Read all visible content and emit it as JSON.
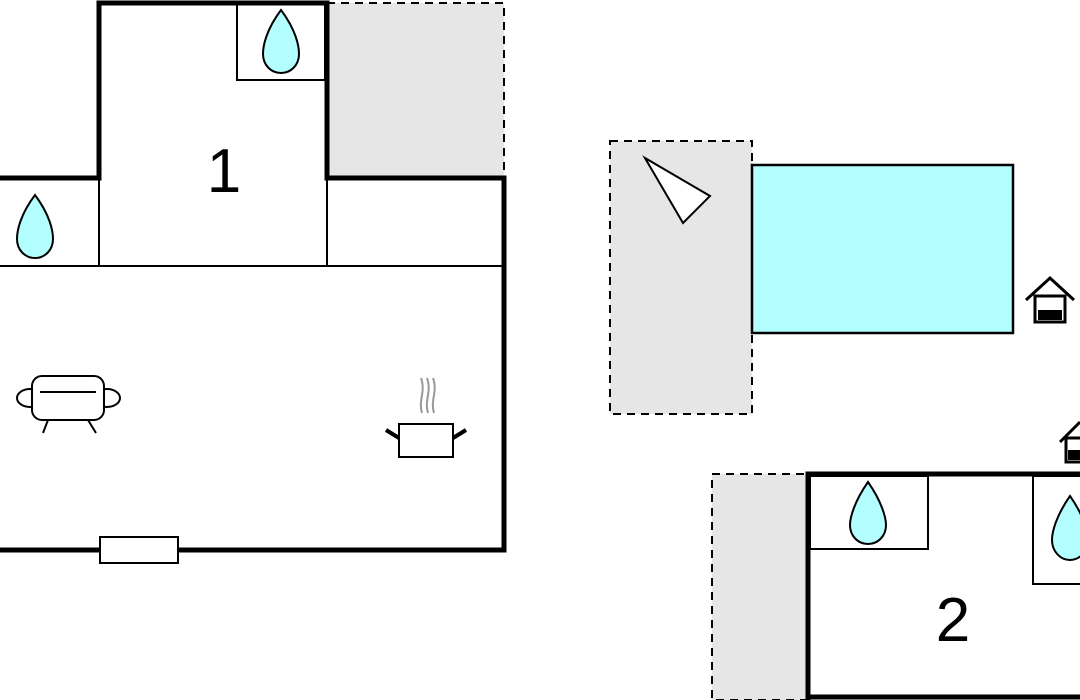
{
  "colors": {
    "wall": "#000000",
    "water": "#b3ffff",
    "terrace": "#e6e6e6",
    "pool": "#b3ffff",
    "background": "#ffffff",
    "steam": "#999999"
  },
  "rooms": [
    {
      "id": "room-1",
      "label": "1"
    },
    {
      "id": "room-2",
      "label": "2"
    }
  ],
  "icons": [
    "water-drop-icon",
    "sofa-icon",
    "cooking-pot-icon",
    "window-icon",
    "triangle-icon",
    "house-icon",
    "pool-icon",
    "terrace-area"
  ]
}
